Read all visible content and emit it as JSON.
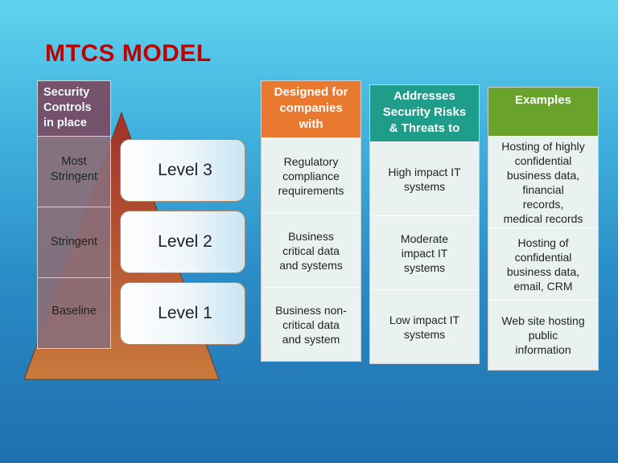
{
  "title": "MTCS MODEL",
  "security_table": {
    "header": [
      "Security",
      "Controls",
      "in place"
    ],
    "rows": [
      "Most Stringent",
      "Stringent",
      "Baseline"
    ]
  },
  "levels": [
    "Level 3",
    "Level 2",
    "Level 1"
  ],
  "columns": [
    {
      "header": [
        "Designed for",
        "companies",
        "with"
      ],
      "header_color": "#e8792e",
      "cells": [
        [
          "Regulatory",
          "compliance",
          "requirements"
        ],
        [
          "Business",
          "critical data",
          "and systems"
        ],
        [
          "Business non-",
          "critical data",
          "and system"
        ]
      ]
    },
    {
      "header": [
        "Addresses",
        "Security Risks",
        "& Threats to"
      ],
      "header_color": "#1e9d8a",
      "cells": [
        [
          "High impact IT",
          "systems"
        ],
        [
          "Moderate",
          "impact IT",
          "systems"
        ],
        [
          "Low impact IT",
          "systems"
        ]
      ]
    },
    {
      "header": [
        "Examples"
      ],
      "header_color": "#6aa32c",
      "cells": [
        [
          "Hosting of highly",
          "confidential",
          "business data,",
          "financial",
          "records,",
          "medical records"
        ],
        [
          "Hosting of",
          "confidential",
          "business data,",
          "email, CRM"
        ],
        [
          "Web site hosting",
          "public",
          "information"
        ]
      ]
    }
  ],
  "colors": {
    "title": "#c00000",
    "pyramid_top": "#a0302a",
    "pyramid_bottom": "#c87a3c",
    "security_header": "#7a4a63",
    "security_rows": "#8b6e78"
  }
}
